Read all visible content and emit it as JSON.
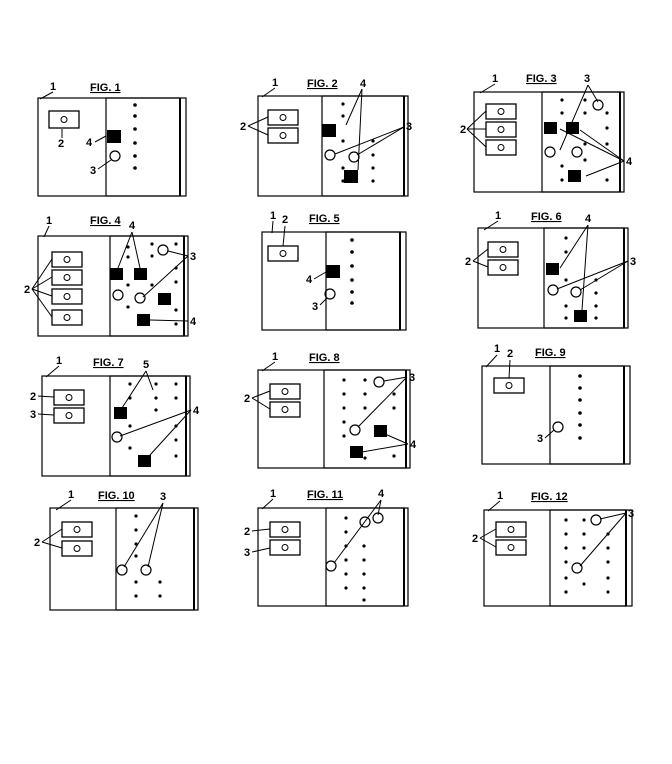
{
  "sheet": {
    "figures": [
      {
        "title": "FIG. 1",
        "labels": [
          "1",
          "2",
          "4",
          "3"
        ]
      },
      {
        "title": "FIG. 2",
        "labels": [
          "1",
          "2",
          "4",
          "3"
        ]
      },
      {
        "title": "FIG. 3",
        "labels": [
          "1",
          "3",
          "2",
          "4"
        ]
      },
      {
        "title": "FIG. 4",
        "labels": [
          "1",
          "4",
          "2",
          "3",
          "4"
        ]
      },
      {
        "title": "FIG. 5",
        "labels": [
          "1",
          "2",
          "4",
          "3"
        ]
      },
      {
        "title": "FIG. 6",
        "labels": [
          "1",
          "4",
          "2",
          "3"
        ]
      },
      {
        "title": "FIG. 7",
        "labels": [
          "1",
          "5",
          "2",
          "3",
          "4"
        ]
      },
      {
        "title": "FIG. 8",
        "labels": [
          "1",
          "3",
          "2",
          "4"
        ]
      },
      {
        "title": "FIG. 9",
        "labels": [
          "1",
          "2",
          "3"
        ]
      },
      {
        "title": "FIG. 10",
        "labels": [
          "1",
          "3",
          "2"
        ]
      },
      {
        "title": "FIG. 11",
        "labels": [
          "1",
          "4",
          "2",
          "3"
        ]
      },
      {
        "title": "FIG. 12",
        "labels": [
          "1",
          "3",
          "2"
        ]
      }
    ]
  }
}
